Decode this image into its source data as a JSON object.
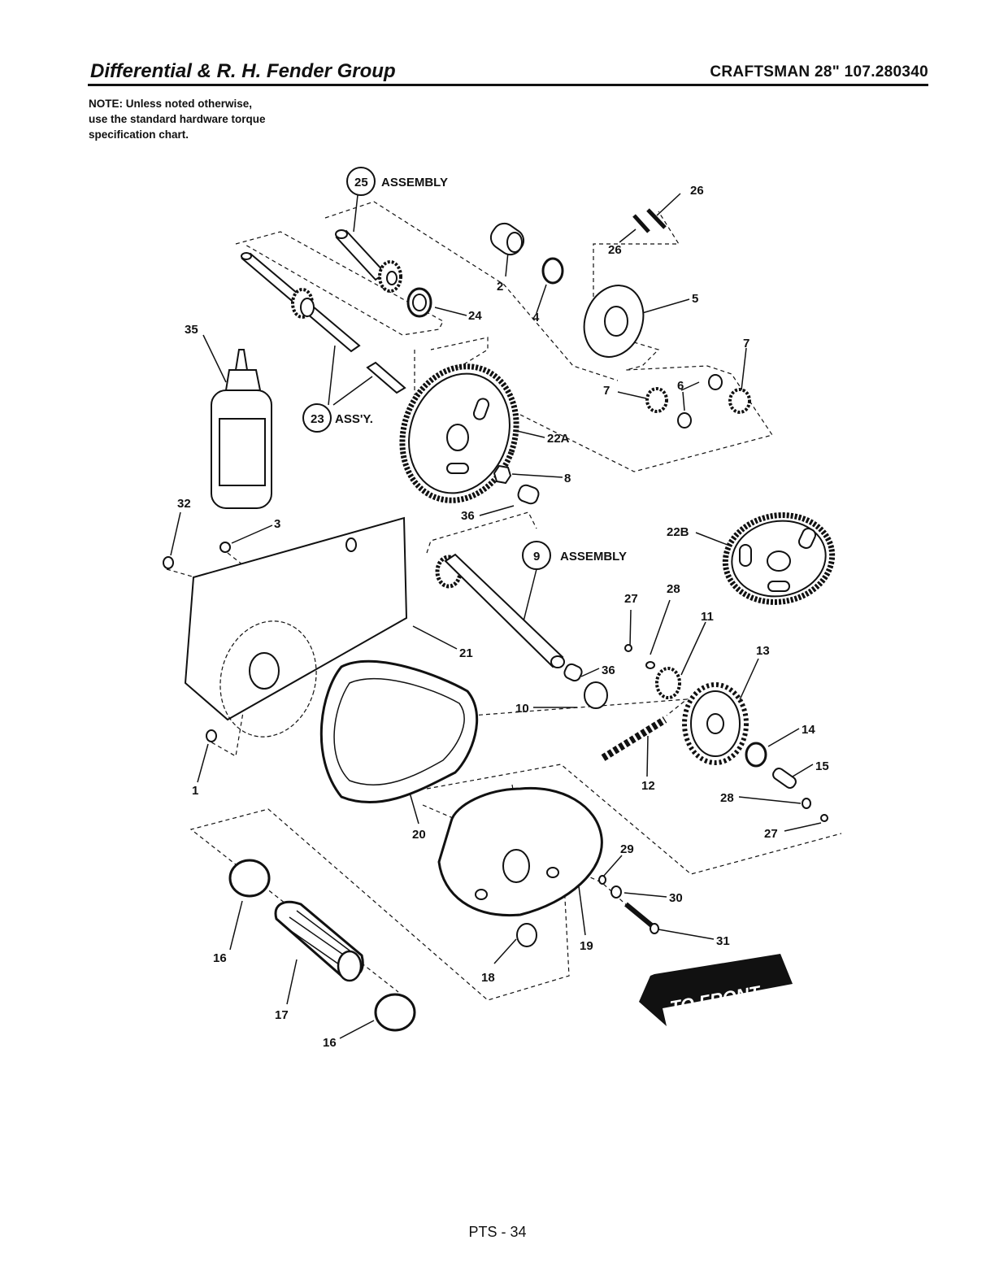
{
  "header": {
    "title": "Differential & R. H. Fender Group",
    "model": "CRAFTSMAN 28\" 107.280340"
  },
  "note": {
    "line1": "NOTE: Unless noted otherwise,",
    "line2": "use the standard hardware torque",
    "line3": "specification chart."
  },
  "callouts": {
    "c25": "25",
    "c25_text": "ASSEMBLY",
    "c23": "23",
    "c23_text": "ASS'Y.",
    "c9": "9",
    "c9_text": "ASSEMBLY",
    "n26a": "26",
    "n26b": "26",
    "n2": "2",
    "n4": "4",
    "n5": "5",
    "n24": "24",
    "n35": "35",
    "n7a": "7",
    "n6": "6",
    "n7b": "7",
    "n22A": "22A",
    "n8": "8",
    "n36a": "36",
    "n32": "32",
    "n3": "3",
    "n22B": "22B",
    "n27a": "27",
    "n28a": "28",
    "n11": "11",
    "n13": "13",
    "n21": "21",
    "n36b": "36",
    "n10": "10",
    "n14": "14",
    "n15": "15",
    "n12": "12",
    "n28b": "28",
    "n27b": "27",
    "n1": "1",
    "n20": "20",
    "n29": "29",
    "n30": "30",
    "n31": "31",
    "n16a": "16",
    "n19": "19",
    "n18": "18",
    "n17": "17",
    "n16b": "16"
  },
  "arrow_label": "TO FRONT",
  "footer": {
    "page": "PTS - 34"
  }
}
